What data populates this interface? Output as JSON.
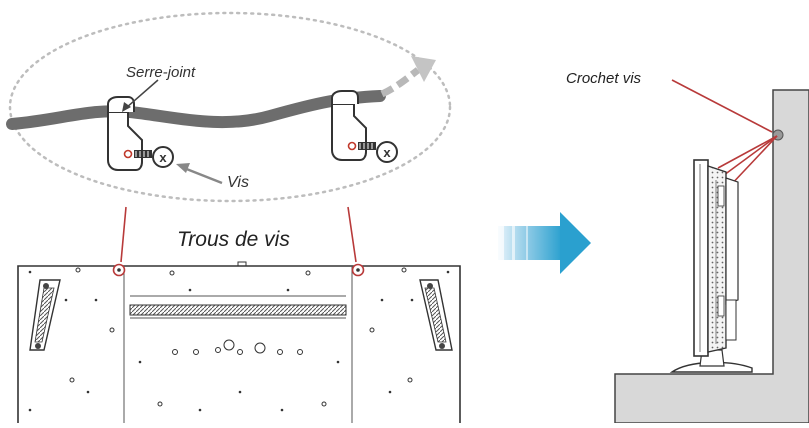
{
  "labels": {
    "clamp": "Serre-joint",
    "screw": "Vis",
    "screw_holes": "Trous de vis",
    "hook_screw": "Crochet vis"
  },
  "screw_head_mark": "x",
  "colors": {
    "cable": "#6d6d6d",
    "leader_line": "#b83a3a",
    "arrow": "#2aa0cf",
    "wall": "#d8d8d8",
    "outline": "#333333",
    "dotted_ellipse": "#bdbdbd"
  },
  "icons": [
    "clamp-icon",
    "screw-icon",
    "direction-arrow-icon",
    "wall-icon",
    "display-panel-icon"
  ]
}
